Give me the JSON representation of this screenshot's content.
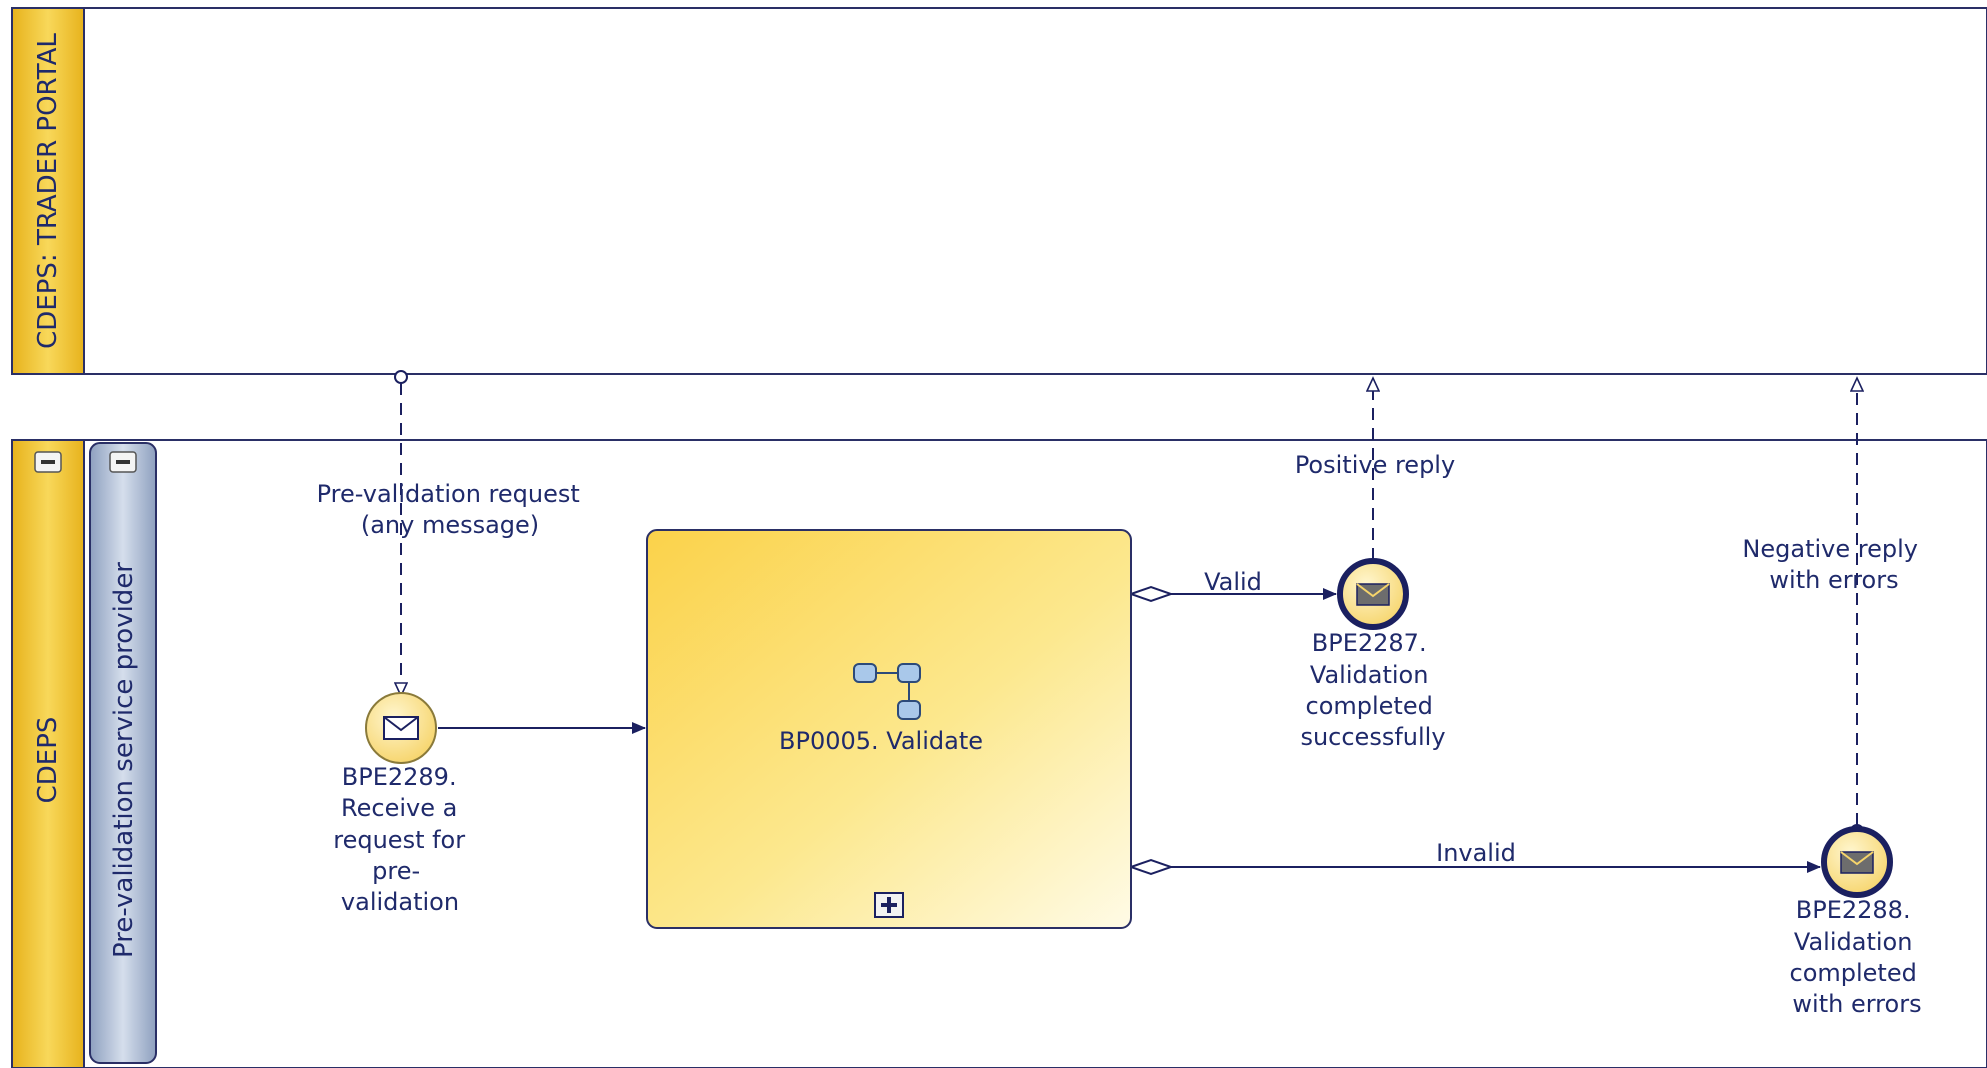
{
  "pools": {
    "trader_portal": {
      "label": "CDEPS: TRADER PORTAL"
    },
    "cdeps": {
      "label": "CDEPS"
    }
  },
  "lanes": {
    "prevalidation": {
      "label": "Pre-validation service provider"
    }
  },
  "task": {
    "label": "BP0005. Validate"
  },
  "events": {
    "start": {
      "lines": [
        "BPE2289.",
        "Receive a",
        "request for",
        "pre-",
        "validation"
      ]
    },
    "end_success": {
      "lines": [
        "BPE2287.",
        "Validation",
        "completed",
        "successfully"
      ]
    },
    "end_errors": {
      "lines": [
        "BPE2288.",
        "Validation",
        "completed",
        "with errors"
      ]
    }
  },
  "message_flows": {
    "request": {
      "lines": [
        "Pre-validation request",
        "(any message)"
      ]
    },
    "positive": {
      "lines": [
        "Positive reply"
      ]
    },
    "negative": {
      "lines": [
        "Negative reply",
        "with errors"
      ]
    }
  },
  "sequence_flows": {
    "valid": {
      "label": "Valid"
    },
    "invalid": {
      "label": "Invalid"
    }
  },
  "colors": {
    "pool_header": "#f1c232",
    "lane_header": "#b9c6dc",
    "line": "#1b2060",
    "task_fill_light": "#fff8d6",
    "task_fill_dark": "#fbd75a",
    "event_fill": "#fce9a3"
  },
  "icons": {
    "collapse": "minus-icon",
    "expand": "plus-icon",
    "message": "envelope-icon",
    "subprocess": "process-tree-icon"
  }
}
